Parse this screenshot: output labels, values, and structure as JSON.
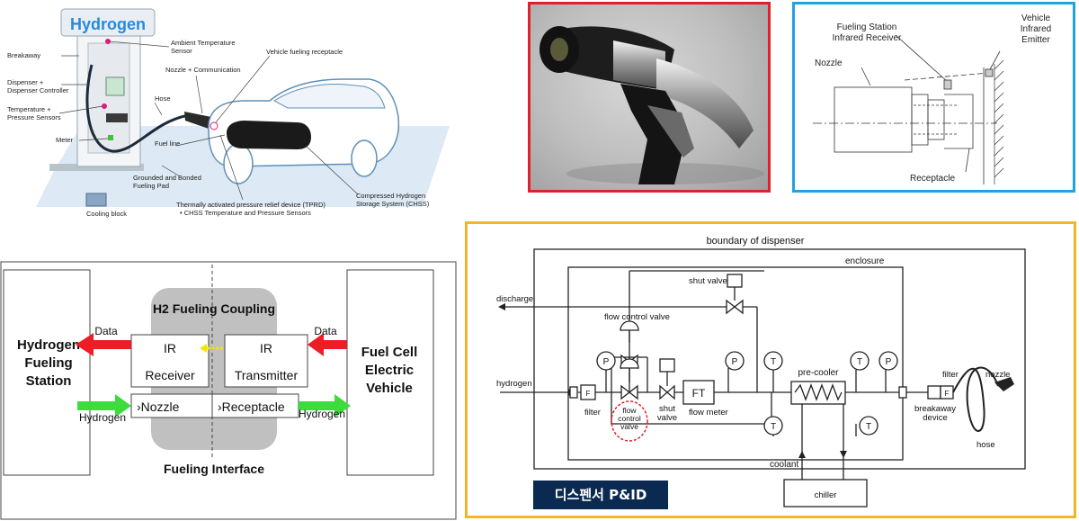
{
  "station": {
    "sign": "Hydrogen",
    "labels": {
      "breakaway": "Breakaway",
      "ambient_1": "Ambient Temperature",
      "ambient_2": "Sensor",
      "dispenser_1": "Dispenser +",
      "dispenser_2": "Dispenser Controller",
      "nozzle_comm": "Nozzle + Communication",
      "receptacle": "Vehicle fueling receptacle",
      "hose": "Hose",
      "temp_1": "Temperature +",
      "temp_2": "Pressure Sensors",
      "meter": "Meter",
      "fuel_line": "Fuel line",
      "grounded_1": "Grounded and Bonded",
      "grounded_2": "Fueling Pad",
      "tprd": "Thermally activated pressure relief device (TPRD)",
      "chss_sensors": "• CHSS Temperature and Pressure Sensors",
      "chss_1": "Compressed Hydrogen",
      "chss_2": "Storage System (CHSS)",
      "cooling": "Cooling block"
    }
  },
  "ir_drawing": {
    "receiver_1": "Fueling Station",
    "receiver_2": "Infrared Receiver",
    "emitter_1": "Vehicle",
    "emitter_2": "Infrared",
    "emitter_3": "Emitter",
    "nozzle": "Nozzle",
    "receptacle": "Receptacle"
  },
  "coupling": {
    "station_1": "Hydrogen",
    "station_2": "Fueling",
    "station_3": "Station",
    "vehicle_1": "Fuel Cell",
    "vehicle_2": "Electric",
    "vehicle_3": "Vehicle",
    "title": "H2 Fueling Coupling",
    "data_left": "Data",
    "data_right": "Data",
    "ir_left": "IR",
    "receiver": "Receiver",
    "ir_right": "IR",
    "transmitter": "Transmitter",
    "nozzle": "›Nozzle",
    "receptacle": "›Receptacle",
    "hydrogen_left": "Hydrogen",
    "hydrogen_right": "Hydrogen",
    "interface": "Fueling  Interface"
  },
  "pid": {
    "boundary": "boundary of dispenser",
    "enclosure": "enclosure",
    "shut_valve_top": "shut valve",
    "discharge": "discharge",
    "flow_control_valve": "flow control valve",
    "hydrogen": "hydrogen",
    "pre_cooler": "pre-cooler",
    "filter_right": "filter",
    "nozzle": "nozzle",
    "filter": "filter",
    "fcv_1": "flow",
    "fcv_2": "control",
    "fcv_3": "valve",
    "shut_1": "shut",
    "shut_2": "valve",
    "ft": "FT",
    "flow_meter": "flow meter",
    "breakaway_1": "breakaway",
    "breakaway_2": "device",
    "hose": "hose",
    "coolant": "coolant",
    "chiller": "chiller",
    "p": "P",
    "t": "T",
    "f": "F",
    "title": "디스펜서 P&ID"
  },
  "colors": {
    "photo_border": "#e0202a",
    "ir_border": "#1fa3e0",
    "pid_border": "#f0b62a",
    "data_arrow": "#ee1c25",
    "hydrogen_arrow": "#3ddc3d",
    "ir_arrow": "#f5e500",
    "coupling_fill": "#c0c0c0",
    "badge": "#0a2a52"
  }
}
